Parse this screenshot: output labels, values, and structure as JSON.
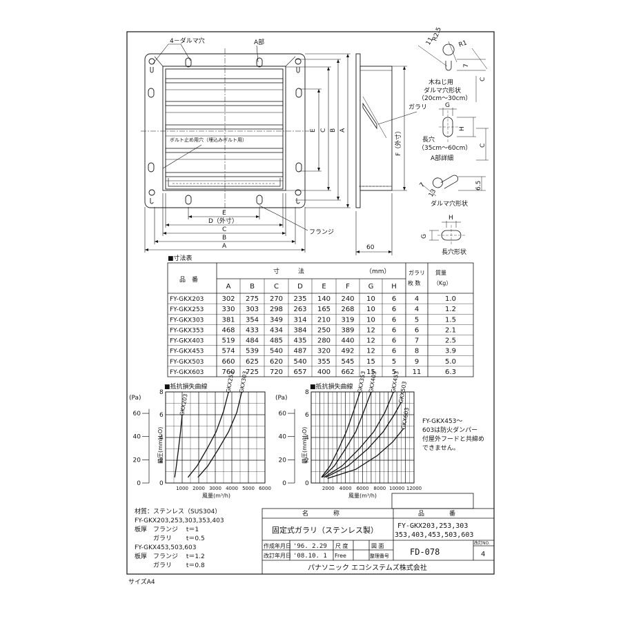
{
  "callouts": {
    "dalma_holes": "4－ダルマ穴",
    "a_part": "A部",
    "bolt_holes": "ボルト止め用穴（埋込みボルト用）",
    "louver": "ガラリ",
    "flange": "フランジ",
    "f_outer": "F（外寸）",
    "d_outer": "D（外寸）",
    "depth": "60"
  },
  "dim_labels": {
    "A": "A",
    "B": "B",
    "C": "C",
    "D": "D",
    "E": "E",
    "F": "F",
    "G": "G",
    "H": "H",
    "R1": "R1",
    "R25": "R2.5",
    "n11": "11",
    "n7": "7",
    "n13": "13",
    "n65": "6.5"
  },
  "detail": {
    "wood_screw_1": "木ねじ用",
    "wood_screw_2": "ダルマ穴形状",
    "wood_screw_3": "（20cm～30cm）",
    "long_hole_1": "長穴",
    "long_hole_2": "（35cm～60cm）",
    "a_detail": "A部詳細",
    "dalma_shape": "ダルマ穴形状",
    "long_shape": "長穴形状"
  },
  "table": {
    "title": "■寸法表",
    "h_model": "品　番",
    "h_dims": "寸　　　法",
    "h_unit": "（mm）",
    "h_louver_1": "ガラリ",
    "h_louver_2": "枚 数",
    "h_mass_1": "質量",
    "h_mass_2": "（Kg）",
    "cols": [
      "A",
      "B",
      "C",
      "D",
      "E",
      "F",
      "G",
      "H"
    ],
    "rows": [
      [
        "FY-GKX203",
        "302",
        "275",
        "270",
        "235",
        "140",
        "240",
        "10",
        "6",
        "4",
        "1.0"
      ],
      [
        "FY-GKX253",
        "330",
        "303",
        "298",
        "263",
        "165",
        "268",
        "10",
        "6",
        "4",
        "1.2"
      ],
      [
        "FY-GKX303",
        "381",
        "354",
        "349",
        "314",
        "210",
        "319",
        "10",
        "6",
        "5",
        "1.5"
      ],
      [
        "FY-GKX353",
        "468",
        "433",
        "434",
        "384",
        "250",
        "389",
        "12",
        "6",
        "6",
        "2.1"
      ],
      [
        "FY-GKX403",
        "519",
        "484",
        "485",
        "435",
        "280",
        "440",
        "12",
        "6",
        "7",
        "2.5"
      ],
      [
        "FY-GKX453",
        "574",
        "539",
        "540",
        "487",
        "320",
        "492",
        "12",
        "6",
        "8",
        "3.9"
      ],
      [
        "FY-GKX503",
        "660",
        "625",
        "620",
        "540",
        "355",
        "545",
        "15",
        "5",
        "9",
        "5.0"
      ],
      [
        "FY-GKX603",
        "760",
        "725",
        "720",
        "657",
        "400",
        "662",
        "15",
        "5",
        "11",
        "6.3"
      ]
    ]
  },
  "charts": {
    "title_left": "■抵抗損失曲線",
    "title_right": "■抵抗損失曲線",
    "pa_unit": "(Pa)",
    "ylabel": "静圧(mmH₂O)",
    "xlabel": "風量(m³/h)",
    "pa_ticks": [
      "60",
      "40",
      "20",
      "0"
    ],
    "mm_ticks": [
      "8",
      "6",
      "4",
      "2",
      "0"
    ],
    "left_x_ticks": [
      "1000",
      "2000",
      "3000",
      "4000",
      "5000",
      "6000"
    ],
    "right_x_ticks": [
      "2000",
      "4000",
      "6000",
      "8000",
      "10000",
      "12000"
    ]
  },
  "chart_data": [
    {
      "type": "line",
      "title": "■抵抗損失曲線",
      "xlabel": "風量(m³/h)",
      "ylabel": "静圧(mmH₂O)",
      "xlim": [
        0,
        6000
      ],
      "ylim": [
        0,
        8
      ],
      "series": [
        {
          "name": "GKX203",
          "x": [
            550,
            650,
            780,
            900,
            1000
          ],
          "y": [
            0.5,
            1.5,
            3.0,
            4.5,
            6.0
          ]
        },
        {
          "name": "GKX253",
          "x": [
            1350,
            1900,
            2500,
            3050,
            3500,
            3800
          ],
          "y": [
            0.5,
            1.5,
            3.0,
            4.5,
            6.3,
            8.0
          ]
        },
        {
          "name": "GKX303",
          "x": [
            1950,
            2550,
            3200,
            3800,
            4300,
            4600
          ],
          "y": [
            0.5,
            1.5,
            3.0,
            4.5,
            6.2,
            8.0
          ]
        }
      ]
    },
    {
      "type": "line",
      "title": "■抵抗損失曲線",
      "xlabel": "風量(m³/h)",
      "ylabel": "静圧(mmH₂O)",
      "xlim": [
        0,
        12000
      ],
      "ylim": [
        0,
        8
      ],
      "series": [
        {
          "name": "GKX353",
          "x": [
            1200,
            2200,
            3200,
            4100,
            4900,
            5700
          ],
          "y": [
            0.5,
            1.5,
            3.0,
            4.5,
            6.2,
            8.0
          ]
        },
        {
          "name": "GKX403",
          "x": [
            1300,
            2700,
            4000,
            5200,
            6100,
            7000
          ],
          "y": [
            0.5,
            1.5,
            3.0,
            4.5,
            6.2,
            8.0
          ]
        },
        {
          "name": "GKX453",
          "x": [
            1500,
            3600,
            5600,
            7300,
            8600,
            9600
          ],
          "y": [
            0.5,
            1.5,
            3.0,
            4.5,
            6.2,
            8.0
          ]
        },
        {
          "name": "GKX503",
          "x": [
            1700,
            4300,
            6600,
            8400,
            9700,
            10500
          ],
          "y": [
            0.5,
            1.5,
            3.0,
            4.5,
            6.0,
            7.1
          ]
        },
        {
          "name": "GKX603",
          "x": [
            1900,
            5200,
            7700,
            9500,
            10800
          ],
          "y": [
            0.4,
            1.2,
            2.4,
            3.6,
            4.8
          ]
        }
      ]
    }
  ],
  "note": [
    "FY-GKX453～",
    "603は防火ダンパー",
    "付屋外フードと共締め",
    "できません。"
  ],
  "materials": [
    "材質：ステンレス（SUS304）",
    "FY-GKX203,253,303,353,403",
    "板厚　フランジ　 t＝1",
    "　　　ガラリ　　 t＝0.5",
    "FY-GKX453,503,603",
    "板厚　フランジ　 t＝1.2",
    "　　　ガラリ　　 t＝0.8"
  ],
  "title_block": {
    "h_name": "名　　　　称",
    "h_number": "品　　　　番",
    "name": "固定式ガラリ（ステンレス製）",
    "number_1": "FY-GKX203,253,303",
    "number_2": "353,403,453,503,603",
    "created_label": "作成年月日",
    "created_date": "'96. 2.29",
    "revised_label": "改訂年月日",
    "revised_date": "'08.10. 1",
    "scale_label": "尺 度",
    "scale_value": "Free",
    "drawing_label": "図 面",
    "arrange_label": "整理番号",
    "drawing_number": "FD-078",
    "revision_label": "改訂NO.",
    "revision_number": "4",
    "company": "パナソニック エコシステムズ株式会社"
  },
  "size_note": "サイズA4"
}
